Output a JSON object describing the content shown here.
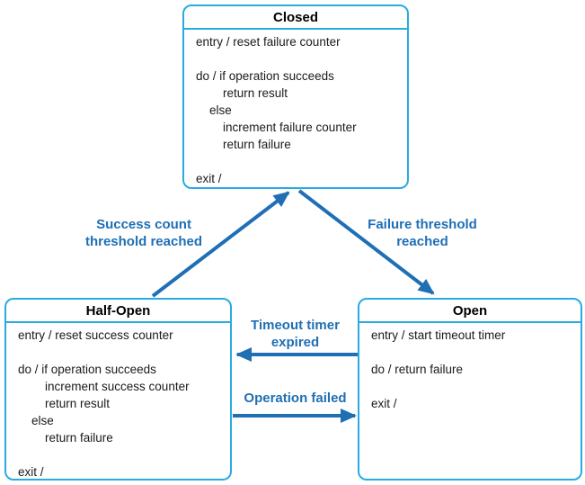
{
  "states": {
    "closed": {
      "title": "Closed",
      "body": "entry / reset failure counter\n\ndo / if operation succeeds\n        return result\n    else\n        increment failure counter\n        return failure\n\nexit /"
    },
    "half_open": {
      "title": "Half-Open",
      "body": "entry / reset success counter\n\ndo / if operation succeeds\n        increment success counter\n        return result\n    else\n        return failure\n\nexit /"
    },
    "open": {
      "title": "Open",
      "body": "entry / start timeout timer\n\ndo / return failure\n\nexit /"
    }
  },
  "transitions": {
    "success": {
      "label": "Success count\nthreshold reached",
      "from": "Half-Open",
      "to": "Closed"
    },
    "failure": {
      "label": "Failure threshold\nreached",
      "from": "Closed",
      "to": "Open"
    },
    "timeout": {
      "label": "Timeout timer\nexpired",
      "from": "Open",
      "to": "Half-Open"
    },
    "operation_failed": {
      "label": "Operation failed",
      "from": "Half-Open",
      "to": "Open"
    }
  },
  "colors": {
    "box_border": "#29abe2",
    "arrow": "#1f6fb5",
    "transition_label": "#1f6fb5",
    "state_title": "#000000",
    "state_body": "#1a1a1a",
    "background": "#ffffff"
  }
}
